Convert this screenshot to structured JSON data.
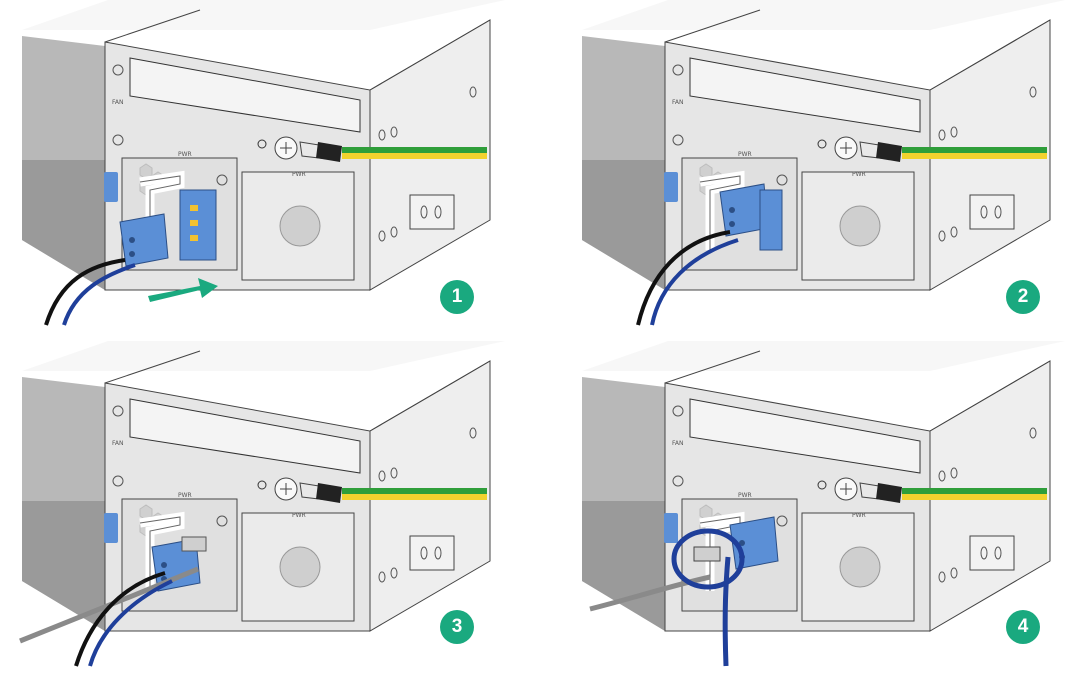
{
  "colors": {
    "badge": "#1aa97f",
    "connector_blue": "#5b8fd6",
    "ground_green": "#2f9e3a",
    "ground_yellow": "#f2d22e",
    "cable_black": "#111111",
    "cable_blue": "#1f3f9a",
    "tie_gray": "#8a8a8a",
    "chassis_light": "#f2f2f2",
    "chassis_mid": "#d9d9d9",
    "chassis_dark": "#a9a9a9"
  },
  "labels": {
    "fan_label": "FAN",
    "pwr_label": "PWR",
    "pwr_label_2": "PWR"
  },
  "steps": [
    {
      "number": "1"
    },
    {
      "number": "2"
    },
    {
      "number": "3"
    },
    {
      "number": "4"
    }
  ]
}
